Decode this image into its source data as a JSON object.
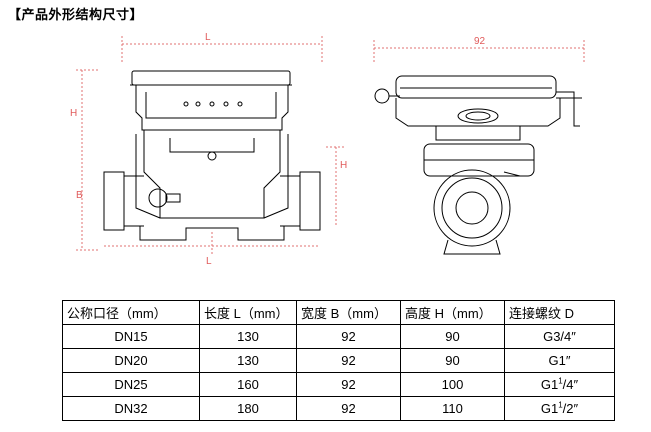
{
  "heading": "【产品外形结构尺寸】",
  "drawing": {
    "dimension_top_left": "L",
    "dimension_left": "H",
    "dimension_side": "B",
    "dimension_top_right": "92",
    "dimension_bottom": "L",
    "dimension_right_h": "H"
  },
  "table": {
    "headers": [
      "公称口径（mm）",
      "长度 L（mm）",
      "宽度 B（mm）",
      "高度 H（mm）",
      "连接螺纹 D"
    ],
    "rows": [
      {
        "size": "DN15",
        "length": "130",
        "width": "92",
        "height": "90",
        "thread_base": "G3/4″",
        "thread_sup": "",
        "thread_tail": ""
      },
      {
        "size": "DN20",
        "length": "130",
        "width": "92",
        "height": "90",
        "thread_base": "G1″",
        "thread_sup": "",
        "thread_tail": ""
      },
      {
        "size": "DN25",
        "length": "160",
        "width": "92",
        "height": "100",
        "thread_base": "G1",
        "thread_sup": "1",
        "thread_tail": "/4″"
      },
      {
        "size": "DN32",
        "length": "180",
        "width": "92",
        "height": "110",
        "thread_base": "G1",
        "thread_sup": "1",
        "thread_tail": "/2″"
      }
    ]
  }
}
